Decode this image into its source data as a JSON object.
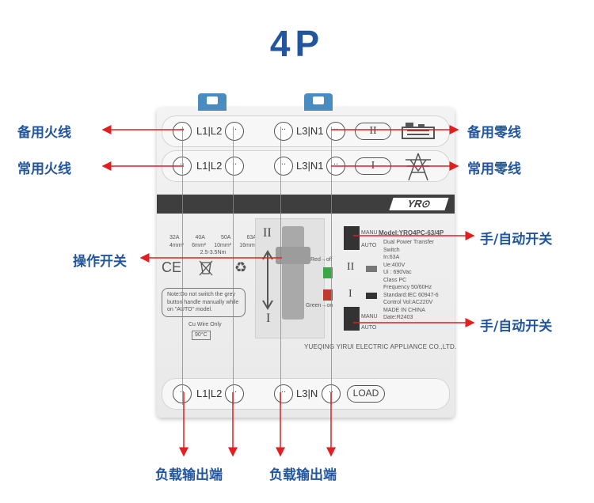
{
  "title": "4P",
  "brand": "YR",
  "top_row": {
    "left_pair": "L1|L2",
    "right_pair": "L3|N1",
    "roman": "II"
  },
  "second_row": {
    "left_pair": "L1|L2",
    "right_pair": "L3|N1",
    "roman": "I"
  },
  "bottom_row": {
    "left_pair": "L1|L2",
    "right_pair": "L3|N",
    "load": "LOAD"
  },
  "spec_table": {
    "header": [
      "32A",
      "40A",
      "50A",
      "63A"
    ],
    "sizes": [
      "4mm²",
      "6mm²",
      "10mm²",
      "16mm²"
    ],
    "torque": "2.5-3.5Nm"
  },
  "ce_mark": "CE",
  "note_text": "Note:Do not switch the grey button handle manually while on \"AUTO\" model.",
  "cu_wire": "Cu Wire Only",
  "temp": "90°C",
  "handle_marks": {
    "upper": "II",
    "lower": "I"
  },
  "led_labels": {
    "red": "Red→off",
    "green": "Green→on"
  },
  "switch_labels": {
    "manu": "MANU",
    "auto": "AUTO"
  },
  "model": "Model:YRQ4PC-63/4P",
  "spec_lines": [
    "Dual Power Transfer Switch",
    "In:63A",
    "Ue:400V",
    "Ui : 690Vac",
    "Class PC",
    "Frequency 50/60Hz",
    "Standard:IEC 60947-6",
    "Control Vol:AC220V",
    "MADE IN CHINA",
    "Date:R2403"
  ],
  "company": "YUEQING YIRUI ELECTRIC APPLIANCE CO.,LTD.",
  "labels": {
    "backup_live": "备用火线",
    "backup_neutral": "备用零线",
    "normal_live": "常用火线",
    "normal_neutral": "常用零线",
    "operate_switch": "操作开关",
    "manual_auto_1": "手/自动开关",
    "manual_auto_2": "手/自动开关",
    "load_out_1": "负载输出端",
    "load_out_2": "负载输出端"
  },
  "colors": {
    "title": "#21569e",
    "arrow": "#e02020",
    "clip": "#4a8bc0",
    "red_led": "#c0392b",
    "green_led": "#3aa845"
  }
}
